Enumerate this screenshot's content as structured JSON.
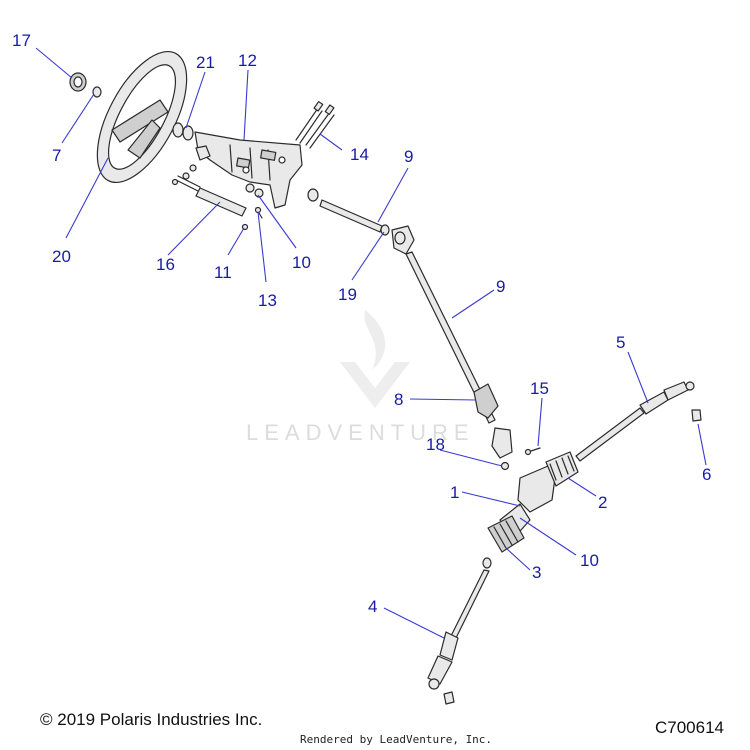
{
  "callouts": [
    {
      "id": "17",
      "text": "17"
    },
    {
      "id": "7",
      "text": "7"
    },
    {
      "id": "20",
      "text": "20"
    },
    {
      "id": "21",
      "text": "21"
    },
    {
      "id": "12",
      "text": "12"
    },
    {
      "id": "14",
      "text": "14"
    },
    {
      "id": "9a",
      "text": "9"
    },
    {
      "id": "16",
      "text": "16"
    },
    {
      "id": "11",
      "text": "11"
    },
    {
      "id": "13",
      "text": "13"
    },
    {
      "id": "10a",
      "text": "10"
    },
    {
      "id": "19",
      "text": "19"
    },
    {
      "id": "9b",
      "text": "9"
    },
    {
      "id": "5",
      "text": "5"
    },
    {
      "id": "8",
      "text": "8"
    },
    {
      "id": "15",
      "text": "15"
    },
    {
      "id": "6",
      "text": "6"
    },
    {
      "id": "18",
      "text": "18"
    },
    {
      "id": "1",
      "text": "1"
    },
    {
      "id": "2",
      "text": "2"
    },
    {
      "id": "10b",
      "text": "10"
    },
    {
      "id": "3",
      "text": "3"
    },
    {
      "id": "4",
      "text": "4"
    }
  ],
  "footer": {
    "copyright": "© 2019 Polaris Industries Inc.",
    "drawing_number": "C700614",
    "rendered_by": "Rendered by LeadVenture, Inc."
  },
  "watermark": "LEADVENTURE",
  "colors": {
    "callout": "#1a1aa8",
    "leader": "#3a3ad0",
    "line": "#2b2b2b"
  }
}
